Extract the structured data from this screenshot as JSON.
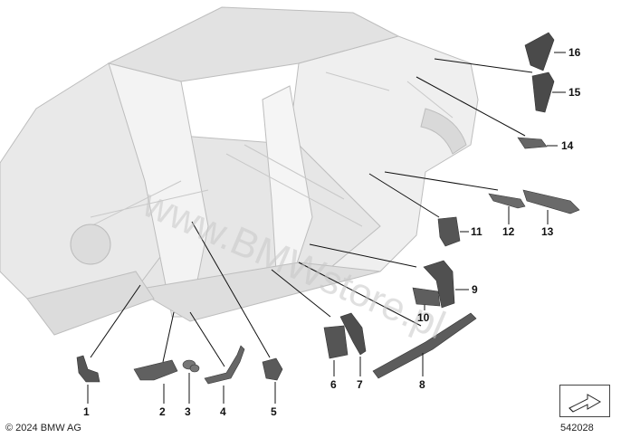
{
  "diagram": {
    "copyright": "© 2024 BMW AG",
    "document_number": "542028",
    "watermark": "www.BMWstore.pl",
    "callouts": [
      "1",
      "2",
      "3",
      "4",
      "5",
      "6",
      "7",
      "8",
      "9",
      "10",
      "11",
      "12",
      "13",
      "14",
      "15",
      "16"
    ]
  }
}
